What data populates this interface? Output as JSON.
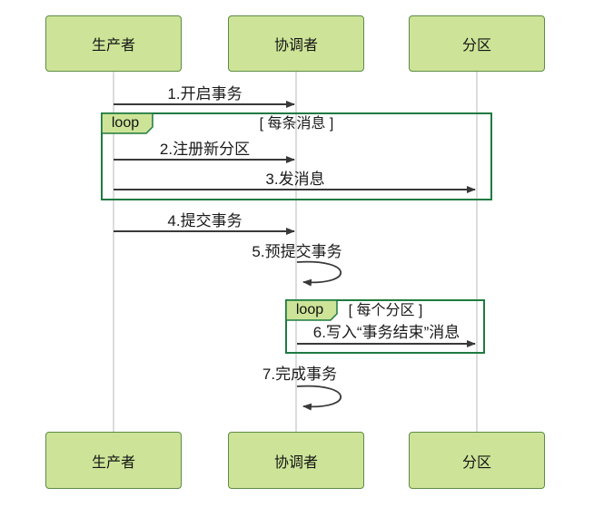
{
  "diagram": {
    "type": "sequence",
    "actors": [
      {
        "id": "producer",
        "label": "生产者"
      },
      {
        "id": "coordinator",
        "label": "协调者"
      },
      {
        "id": "partition",
        "label": "分区"
      }
    ],
    "messages": [
      {
        "label": "1.开启事务",
        "from": "producer",
        "to": "coordinator",
        "kind": "solid-arrow"
      },
      {
        "label": "2.注册新分区",
        "from": "producer",
        "to": "coordinator",
        "kind": "solid-arrow"
      },
      {
        "label": "3.发消息",
        "from": "producer",
        "to": "partition",
        "kind": "solid-arrow"
      },
      {
        "label": "4.提交事务",
        "from": "producer",
        "to": "coordinator",
        "kind": "solid-arrow"
      },
      {
        "label": "5.预提交事务",
        "from": "coordinator",
        "to": "coordinator",
        "kind": "self-arrow"
      },
      {
        "label": "6.写入“事务结束”消息",
        "from": "coordinator",
        "to": "partition",
        "kind": "solid-arrow"
      },
      {
        "label": "7.完成事务",
        "from": "coordinator",
        "to": "coordinator",
        "kind": "self-arrow"
      }
    ],
    "loops": [
      {
        "keyword": "loop",
        "guard": "[ 每条消息 ]",
        "contains": [
          "2.注册新分区",
          "3.发消息"
        ]
      },
      {
        "keyword": "loop",
        "guard": "[ 每个分区 ]",
        "contains": [
          "6.写入“事务结束”消息"
        ]
      }
    ],
    "colors": {
      "actor_fill": "#cde498",
      "actor_border": "#5d8b46",
      "loop_frame_border": "#1f7a40",
      "signal": "#393939",
      "lifeline": "#dcdcdc",
      "text": "#1a1a1a",
      "background": "#ffffff"
    }
  }
}
